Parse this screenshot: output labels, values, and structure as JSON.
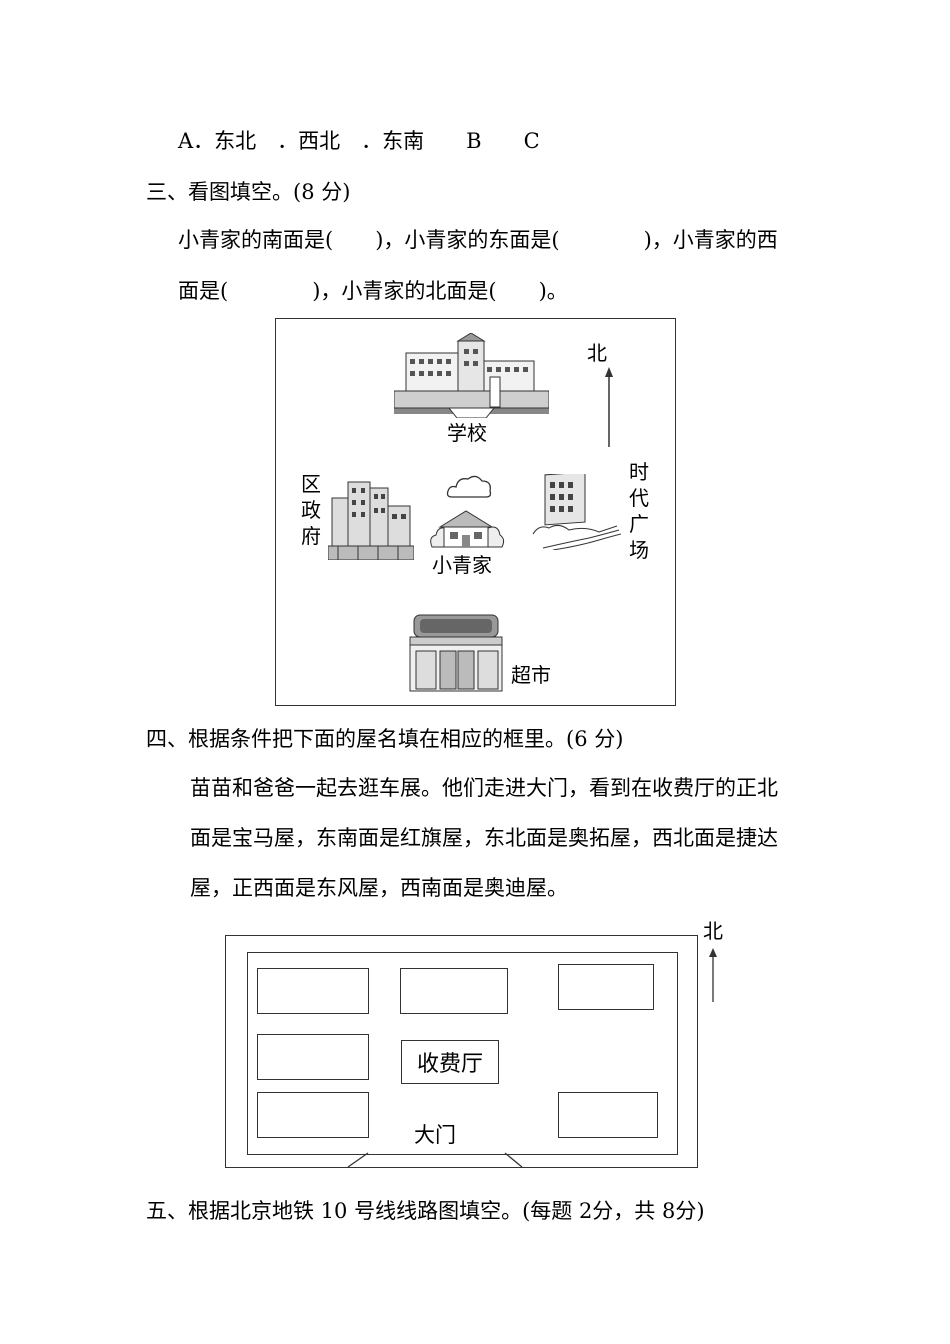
{
  "q2_options": "A．东北　．西北　．东南　　B　　C",
  "section3": {
    "title": "三、看图填空。(8 分)",
    "line1": "小青家的南面是(　　)，小青家的东面是(　　　　)，小青家的西",
    "line2": "面是(　　　　)，小青家的北面是(　　)。",
    "map": {
      "north": "北",
      "school": "学校",
      "district_gov": "区政府",
      "home": "小青家",
      "square": "时代广场",
      "market": "超市"
    }
  },
  "section4": {
    "title": "四、根据条件把下面的屋名填在相应的框里。(6 分)",
    "line1": "苗苗和爸爸一起去逛车展。他们走进大门，看到在收费厅的正北",
    "line2": "面是宝马屋，东南面是红旗屋，东北面是奥拓屋，西北面是捷达",
    "line3": "屋，正西面是东风屋，西南面是奥迪屋。",
    "diagram": {
      "north": "北",
      "hall": "收费厅",
      "gate": "大门"
    }
  },
  "section5": {
    "title": "五、根据北京地铁 10 号线线路图填空。(每题 2分，共 8分)"
  }
}
